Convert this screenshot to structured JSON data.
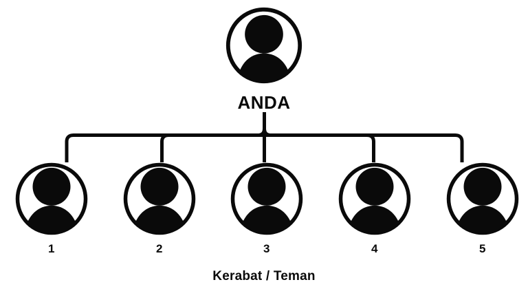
{
  "diagram": {
    "type": "hierarchy-tree",
    "background_color": "#ffffff",
    "line_color": "#0a0a0a",
    "icon_color": "#0a0a0a",
    "root": {
      "label": "ANDA",
      "icon": "user-avatar-icon"
    },
    "children": [
      {
        "label": "1",
        "icon": "user-avatar-icon"
      },
      {
        "label": "2",
        "icon": "user-avatar-icon"
      },
      {
        "label": "3",
        "icon": "user-avatar-icon"
      },
      {
        "label": "4",
        "icon": "user-avatar-icon"
      },
      {
        "label": "5",
        "icon": "user-avatar-icon"
      }
    ],
    "caption": "Kerabat / Teman"
  }
}
